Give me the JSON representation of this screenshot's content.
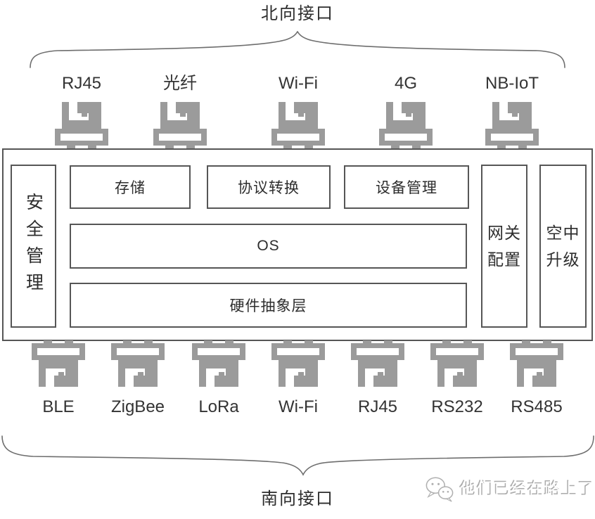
{
  "title_north": "北向接口",
  "title_south": "南向接口",
  "north_ports": [
    "RJ45",
    "光纤",
    "Wi-Fi",
    "4G",
    "NB-IoT"
  ],
  "south_ports": [
    "BLE",
    "ZigBee",
    "LoRa",
    "Wi-Fi",
    "RJ45",
    "RS232",
    "RS485"
  ],
  "gateway": {
    "security": "安全管理",
    "modules_row": [
      "存储",
      "协议转换",
      "设备管理"
    ],
    "os": "OS",
    "hal": "硬件抽象层",
    "right_modules": [
      "网关配置",
      "空中升级"
    ]
  },
  "watermark": {
    "text": "他们已经在路上了",
    "icon": "wechat-bubbles-icon"
  },
  "icons": {
    "port_connector": "connector-plug-icon"
  },
  "colors": {
    "background": "#ffffff",
    "border": "#565656",
    "text": "#2d2d2d",
    "connector_gray": "#9b9b9b",
    "brace": "#6e6e6e",
    "watermark_gray": "#b0b0b0"
  }
}
